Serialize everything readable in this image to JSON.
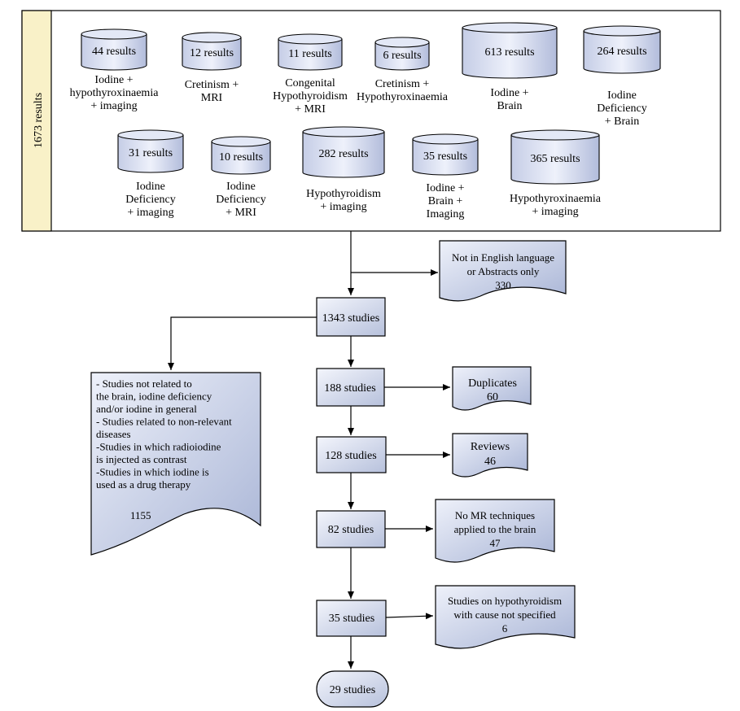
{
  "side_label": "1673 results",
  "databases": [
    {
      "count": "44 results",
      "label": [
        "Iodine +",
        "hypothyroxinaemia",
        "+ imaging"
      ]
    },
    {
      "count": "12 results",
      "label": [
        "Cretinism +",
        "MRI"
      ]
    },
    {
      "count": "11 results",
      "label": [
        "Congenital",
        "Hypothyroidism",
        "+ MRI"
      ]
    },
    {
      "count": "6 results",
      "label": [
        "Cretinism +",
        "Hypothyroxinaemia"
      ]
    },
    {
      "count": "613 results",
      "label": [
        "Iodine +",
        "Brain"
      ]
    },
    {
      "count": "264 results",
      "label": [
        "Iodine",
        "Deficiency",
        "+ Brain"
      ]
    },
    {
      "count": "31 results",
      "label": [
        "Iodine",
        "Deficiency",
        "+ imaging"
      ]
    },
    {
      "count": "10 results",
      "label": [
        "Iodine",
        "Deficiency",
        "+ MRI"
      ]
    },
    {
      "count": "282 results",
      "label": [
        "Hypothyroidism",
        "+ imaging"
      ]
    },
    {
      "count": "35 results",
      "label": [
        "Iodine +",
        "Brain +",
        "Imaging"
      ]
    },
    {
      "count": "365 results",
      "label": [
        "Hypothyroxinaemia",
        "+ imaging"
      ]
    }
  ],
  "steps": [
    {
      "label": "1343 studies"
    },
    {
      "label": "188 studies"
    },
    {
      "label": "128 studies"
    },
    {
      "label": "82 studies"
    },
    {
      "label": "35 studies"
    },
    {
      "label": "29 studies"
    }
  ],
  "exclusions": [
    {
      "lines": [
        "Not in English language",
        "or Abstracts only",
        "330"
      ]
    },
    {
      "lines": [
        "Duplicates",
        "60"
      ]
    },
    {
      "lines": [
        "Reviews",
        "46"
      ]
    },
    {
      "lines": [
        "No MR techniques",
        "applied to the brain",
        "47"
      ]
    },
    {
      "lines": [
        "Studies on hypothyroidism",
        "with cause not specified",
        "6"
      ]
    }
  ],
  "left_exclusion": {
    "lines": [
      "- Studies not related to",
      "the brain, iodine deficiency",
      "and/or iodine in general",
      "- Studies related to non-relevant",
      "diseases",
      "-Studies in which radioiodine",
      "is injected as contrast",
      "-Studies in which iodine is",
      "used as a drug therapy",
      "1155"
    ]
  },
  "colors": {
    "box_fill_light": "#eef0fa",
    "box_fill_dark": "#b9c3dd",
    "side_fill": "#f9f1c8",
    "stroke": "#000000"
  }
}
